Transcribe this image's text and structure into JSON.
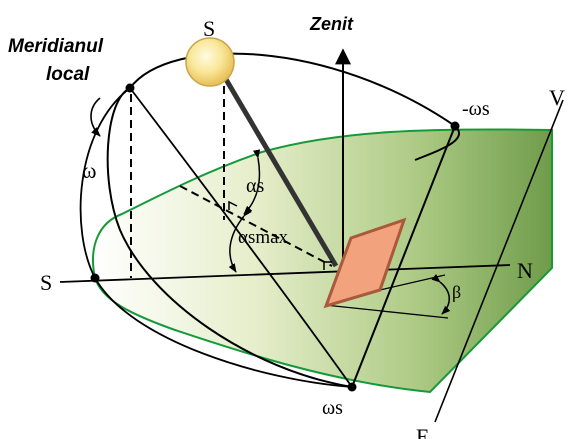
{
  "labels": {
    "meridian_line1": "Meridianul",
    "meridian_line2": "local",
    "zenith": "Zenit",
    "sun": "S",
    "south": "S",
    "north": "N",
    "west": "V",
    "east": "E",
    "omega": "ω",
    "minus_omega_s": "-ωs",
    "omega_s": "ωs",
    "alpha_s": "αs",
    "alpha_smax": "αsmax",
    "beta": "β"
  },
  "colors": {
    "plane_fill_light": "#ffffff",
    "plane_fill_dark": "#6f9c4a",
    "plane_border": "#159a3a",
    "sun_fill": "#f7e08a",
    "sun_glow": "#fffbe0",
    "panel_fill": "#f2a27c",
    "panel_border": "#a85a3a",
    "stroke": "#000000"
  }
}
